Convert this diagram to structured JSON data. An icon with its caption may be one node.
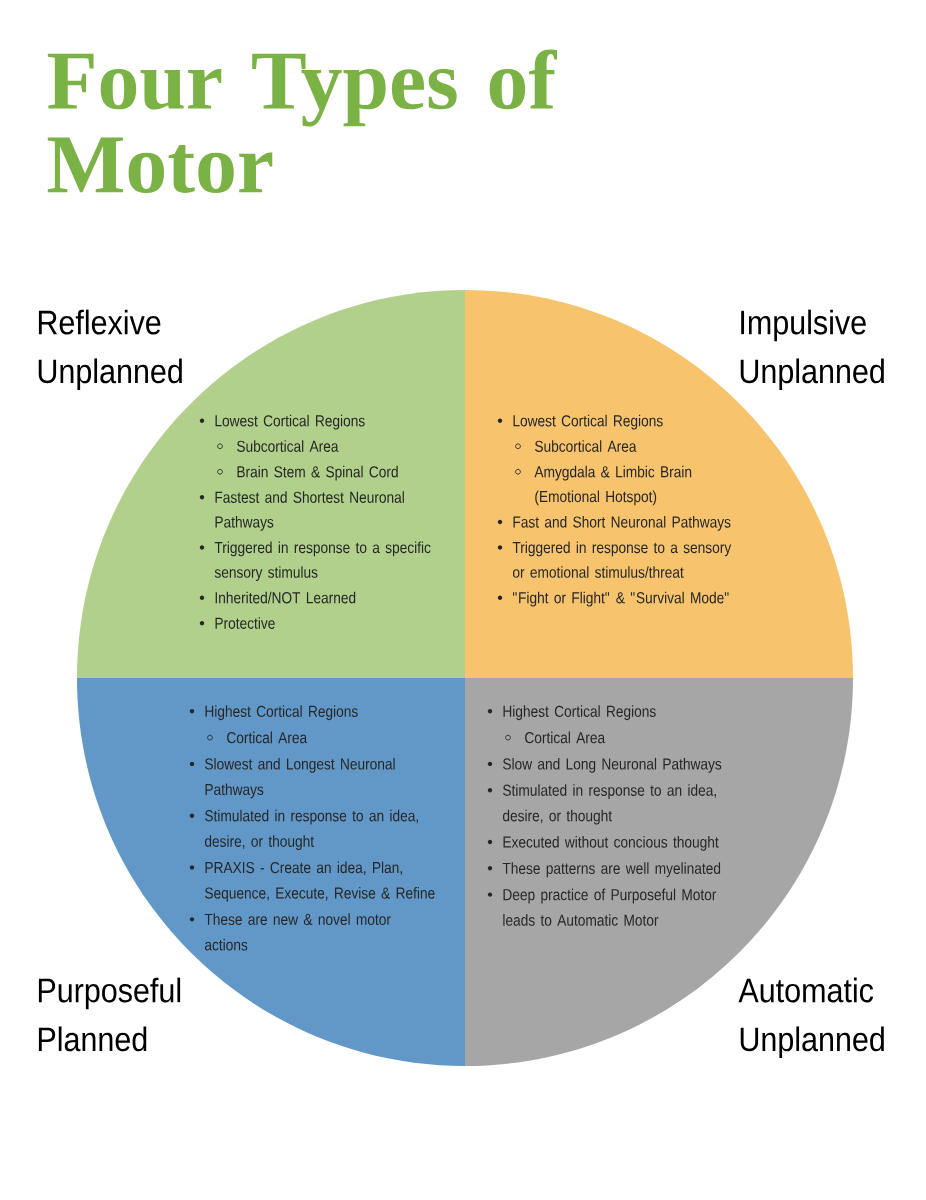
{
  "diagram": {
    "title": "Four Types of Motor",
    "nodes": [
      {
        "text": [
          "Reflexive Unplanned",
          "Lowest Cortical Regions",
          "Subcortical Area",
          "Brain Stem & Spinal Cord",
          "Fastest and Shortest Neuronal Pathways",
          "Triggered in response to a specific sensory stimulus",
          "Inherited/NOT Learned",
          "Protective"
        ]
      },
      {
        "text": [
          "Impulsive Unplanned",
          "Lowest Cortical Regions",
          "Subcortical Area",
          "Amygdala & Limbic Brain (Emotional Hotspot)",
          "Fast and Short Neuronal Pathways",
          "Triggered in response to a sensory or emotional stimulus/threat",
          "\"Fight or Flight\" & \"Survival Mode\""
        ]
      },
      {
        "text": [
          "Purposeful Planned",
          "Highest Cortical Regions",
          "Cortical Area",
          "Slowest and Longest Neuronal Pathways",
          "Stimulated in response to an idea, desire, or thought",
          "PRAXIS - Create an idea, Plan, Sequence, Execute, Revise & Refine",
          "These are new & novel motor actions"
        ]
      },
      {
        "text": [
          "Automatic Unplanned",
          "Highest Cortical Regions",
          "Cortical Area",
          "Slow and Long Neuronal Pathways",
          "Stimulated in response to an idea, desire, or thought",
          "Executed without concious thought",
          "These patterns are well myelinated",
          "Deep practice of Purposeful Motor leads to Automatic Motor"
        ]
      }
    ]
  }
}
